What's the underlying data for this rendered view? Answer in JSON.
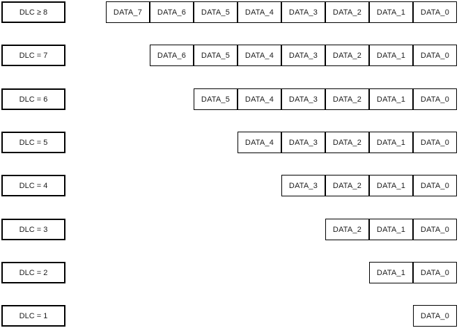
{
  "figure": {
    "background_color": "#ffffff",
    "box_border_color": "#000000",
    "text_color": "#1a1a1a",
    "rows": [
      {
        "dlc_label": "DLC ≥ 8",
        "data_bytes": [
          "DATA_7",
          "DATA_6",
          "DATA_5",
          "DATA_4",
          "DATA_3",
          "DATA_2",
          "DATA_1",
          "DATA_0"
        ]
      },
      {
        "dlc_label": "DLC = 7",
        "data_bytes": [
          "DATA_6",
          "DATA_5",
          "DATA_4",
          "DATA_3",
          "DATA_2",
          "DATA_1",
          "DATA_0"
        ]
      },
      {
        "dlc_label": "DLC = 6",
        "data_bytes": [
          "DATA_5",
          "DATA_4",
          "DATA_3",
          "DATA_2",
          "DATA_1",
          "DATA_0"
        ]
      },
      {
        "dlc_label": "DLC = 5",
        "data_bytes": [
          "DATA_4",
          "DATA_3",
          "DATA_2",
          "DATA_1",
          "DATA_0"
        ]
      },
      {
        "dlc_label": "DLC = 4",
        "data_bytes": [
          "DATA_3",
          "DATA_2",
          "DATA_1",
          "DATA_0"
        ]
      },
      {
        "dlc_label": "DLC = 3",
        "data_bytes": [
          "DATA_2",
          "DATA_1",
          "DATA_0"
        ]
      },
      {
        "dlc_label": "DLC = 2",
        "data_bytes": [
          "DATA_1",
          "DATA_0"
        ]
      },
      {
        "dlc_label": "DLC = 1",
        "data_bytes": [
          "DATA_0"
        ]
      }
    ]
  }
}
